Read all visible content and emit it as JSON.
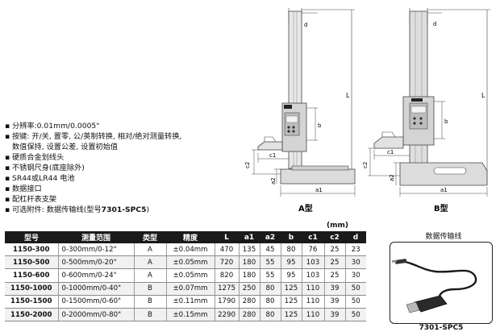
{
  "features": [
    {
      "text": "分辨率:0.01mm/0.0005\""
    },
    {
      "text": "按键: 开/关, 置零, 公/英制转换, 相对/绝对测量转换,"
    },
    {
      "text": "数值保持, 设置公差, 设置初始值",
      "continuation": true
    },
    {
      "text": "硬质合金划线头"
    },
    {
      "text": "不锈钢尺身(底座除外)"
    },
    {
      "text": "SR44或LR44 电池"
    },
    {
      "text": "数据接口"
    },
    {
      "text": "配杠杆表支架"
    },
    {
      "text_prefix": "可选附件: 数据传输线(型号",
      "text_bold": "7301-SPC5",
      "text_suffix": ")"
    }
  ],
  "drawings": {
    "type_a": {
      "caption": "A型",
      "labels": {
        "d": "d",
        "L": "L",
        "c1": "c1",
        "c2": "c2",
        "b": "b",
        "a2": "a2",
        "a1": "a1"
      }
    },
    "type_b": {
      "caption": "B型",
      "labels": {
        "d": "d",
        "L": "L",
        "c1": "c1",
        "c2": "c2",
        "b": "b",
        "a2": "a2",
        "a1": "a1"
      }
    }
  },
  "unit_label": "(mm)",
  "table": {
    "headers": [
      "型号",
      "测量范围",
      "类型",
      "精度",
      "L",
      "a1",
      "a2",
      "b",
      "c1",
      "c2",
      "d"
    ],
    "rows": [
      [
        "1150-300",
        "0-300mm/0-12\"",
        "A",
        "±0.04mm",
        "470",
        "135",
        "45",
        "80",
        "76",
        "25",
        "23"
      ],
      [
        "1150-500",
        "0-500mm/0-20\"",
        "A",
        "±0.05mm",
        "720",
        "180",
        "55",
        "95",
        "103",
        "25",
        "30"
      ],
      [
        "1150-600",
        "0-600mm/0-24\"",
        "A",
        "±0.05mm",
        "820",
        "180",
        "55",
        "95",
        "103",
        "25",
        "30"
      ],
      [
        "1150-1000",
        "0-1000mm/0-40\"",
        "B",
        "±0.07mm",
        "1275",
        "250",
        "80",
        "125",
        "110",
        "39",
        "50"
      ],
      [
        "1150-1500",
        "0-1500mm/0-60\"",
        "B",
        "±0.11mm",
        "1790",
        "280",
        "80",
        "125",
        "110",
        "39",
        "50"
      ],
      [
        "1150-2000",
        "0-2000mm/0-80\"",
        "B",
        "±0.15mm",
        "2290",
        "280",
        "80",
        "125",
        "110",
        "39",
        "50"
      ]
    ]
  },
  "cable": {
    "title": "数据传输线",
    "model": "7301-SPC5"
  },
  "colors": {
    "header_bg": "#1a1a1a",
    "panel_border": "#222222"
  }
}
